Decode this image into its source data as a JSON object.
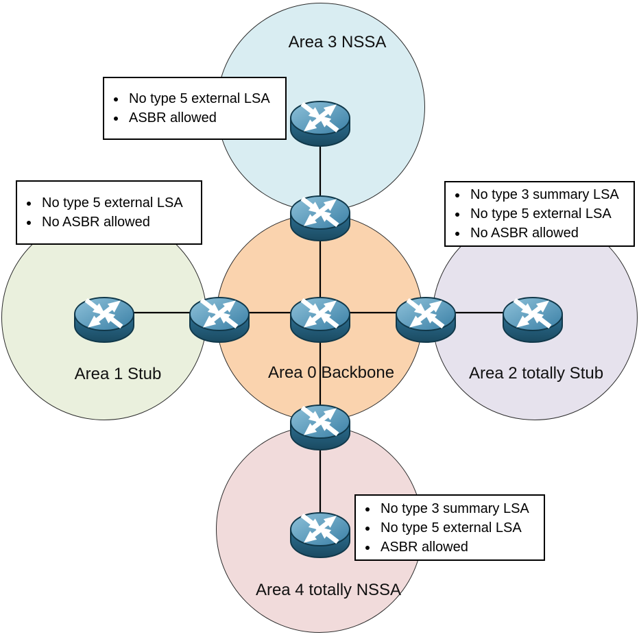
{
  "diagram": {
    "type": "ospf-area-topology",
    "areas": [
      {
        "id": "area3",
        "label": "Area 3 NSSA",
        "fill": "#D9EDF2"
      },
      {
        "id": "area1",
        "label": "Area 1 Stub",
        "fill": "#EAF0DD"
      },
      {
        "id": "area0",
        "label": "Area 0 Backbone",
        "fill": "#FAD3AE"
      },
      {
        "id": "area2",
        "label": "Area 2 totally Stub",
        "fill": "#E6E2ED"
      },
      {
        "id": "area4",
        "label": "Area 4 totally NSSA",
        "fill": "#F1DBDB"
      }
    ],
    "callouts": [
      {
        "id": "area3-notes",
        "items": [
          "No type 5 external LSA",
          "ASBR allowed"
        ]
      },
      {
        "id": "area1-notes",
        "items": [
          "No type 5 external LSA",
          "No ASBR allowed"
        ]
      },
      {
        "id": "area2-notes",
        "items": [
          "No type 3 summary LSA",
          "No type 5 external LSA",
          "No ASBR allowed"
        ]
      },
      {
        "id": "area4-notes",
        "items": [
          "No type 3 summary LSA",
          "No type 5 external LSA",
          "ASBR allowed"
        ]
      }
    ],
    "icons": {
      "router": "cisco-router-icon"
    },
    "colors": {
      "link_line": "#000000",
      "router_top_light": "#8FC2DA",
      "router_top_dark": "#3A7FA5",
      "router_side_light": "#2E7093",
      "router_side_dark": "#1A4A61",
      "router_outline": "#10384A",
      "callout_border": "#000000",
      "circle_border": "#2A2A2A"
    }
  }
}
